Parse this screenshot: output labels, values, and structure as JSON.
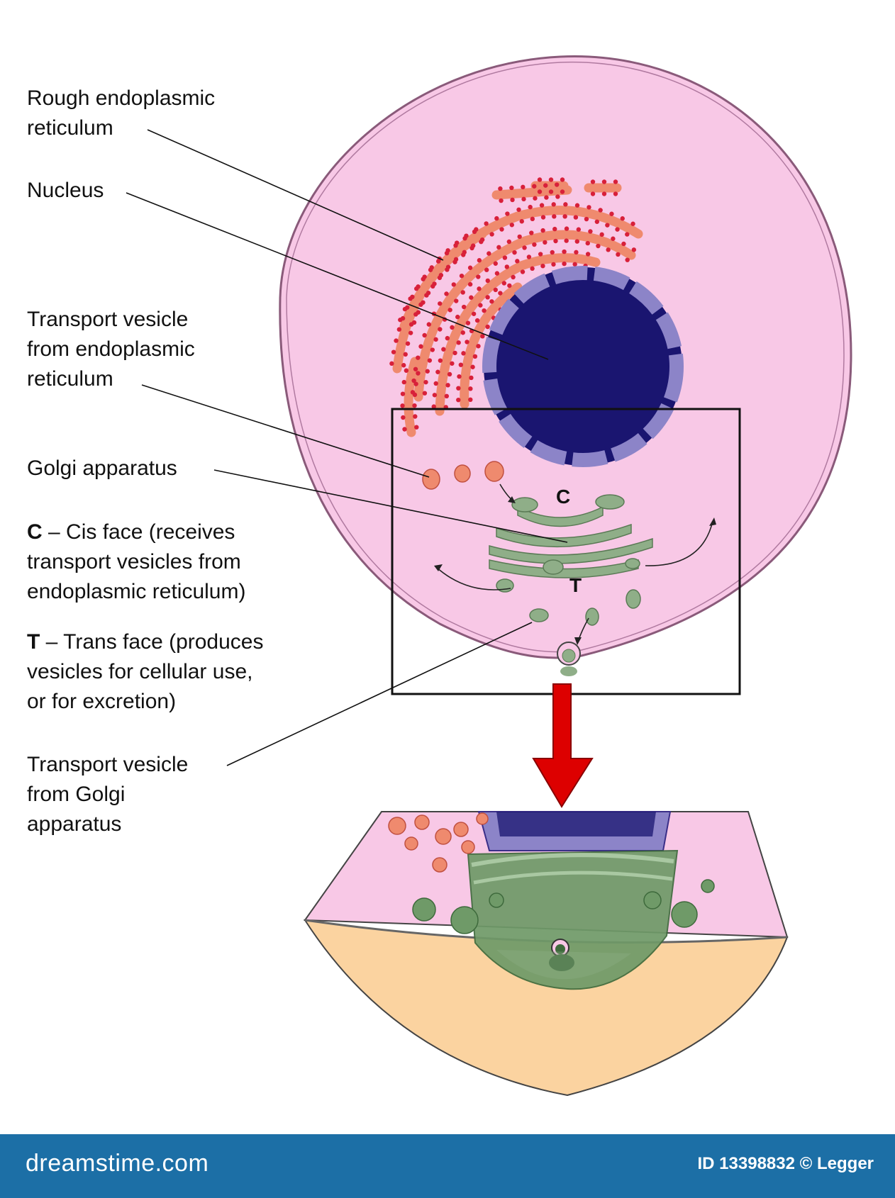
{
  "labels": {
    "rough_er": [
      "Rough endoplasmic",
      "reticulum"
    ],
    "nucleus": [
      "Nucleus"
    ],
    "transport_vesicle_er": [
      "Transport vesicle",
      "from endoplasmic",
      "reticulum"
    ],
    "golgi": [
      "Golgi apparatus"
    ],
    "cis": {
      "letter": "C",
      "lines": [
        " – Cis face (receives",
        "transport vesicles from",
        "endoplasmic reticulum)"
      ]
    },
    "trans": {
      "letter": "T",
      "lines": [
        " – Trans face (produces",
        "vesicles for cellular use,",
        "or for excretion)"
      ]
    },
    "transport_vesicle_golgi": [
      "Transport vesicle",
      "from Golgi",
      "apparatus"
    ]
  },
  "diagram_letters": {
    "cis": "C",
    "trans": "T"
  },
  "footer": {
    "brand": "dreamstime.com",
    "credit": "ID 13398832 © Legger"
  },
  "colors": {
    "cytoplasm": "#f8c8e6",
    "cell_membrane": "#8a5a7a",
    "rough_er": "#ef8a6e",
    "ribosome": "#d8203a",
    "nucleus": "#1a1570",
    "nuclear_envelope": "#8c84c8",
    "golgi": "#8fae88",
    "golgi_dark": "#3e6a3c",
    "extracellular": "#fbd3a0",
    "arrow": "#dd0000",
    "footer_bg": "#1c6fa6"
  }
}
